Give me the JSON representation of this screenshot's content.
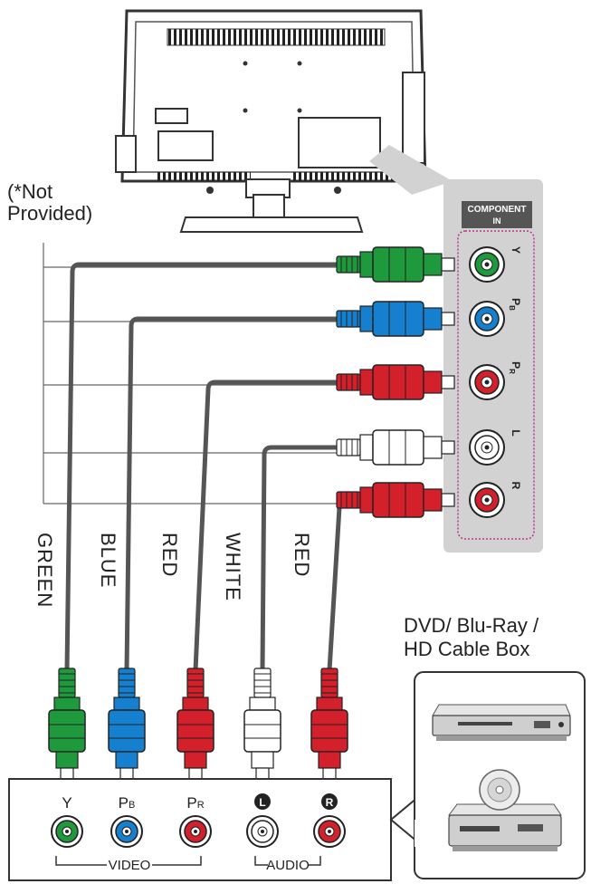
{
  "note": {
    "line1": "(*Not",
    "line2": "Provided)"
  },
  "tv_panel": {
    "title_line1": "COMPONENT",
    "title_line2": "IN",
    "ports": [
      {
        "label": "Y",
        "color": "#1e9a3c"
      },
      {
        "label": "PB",
        "color": "#1680d0"
      },
      {
        "label": "PR",
        "color": "#d4202a"
      },
      {
        "label": "L",
        "color": "#ffffff"
      },
      {
        "label": "R",
        "color": "#d4202a"
      }
    ]
  },
  "cables": [
    {
      "name": "GREEN",
      "color": "#1e9a3c"
    },
    {
      "name": "BLUE",
      "color": "#1680d0"
    },
    {
      "name": "RED",
      "color": "#d4202a"
    },
    {
      "name": "WHITE",
      "color": "#ffffff"
    },
    {
      "name": "RED",
      "color": "#d4202a"
    }
  ],
  "device": {
    "label_line1": "DVD/ Blu-Ray /",
    "label_line2": "HD Cable Box"
  },
  "bottom_panel": {
    "ports": [
      {
        "main": "Y",
        "sub": ""
      },
      {
        "main": "P",
        "sub": "B"
      },
      {
        "main": "P",
        "sub": "R"
      },
      {
        "main": "L",
        "sub": ""
      },
      {
        "main": "R",
        "sub": ""
      }
    ],
    "video_label": "VIDEO",
    "audio_label": "AUDIO"
  }
}
